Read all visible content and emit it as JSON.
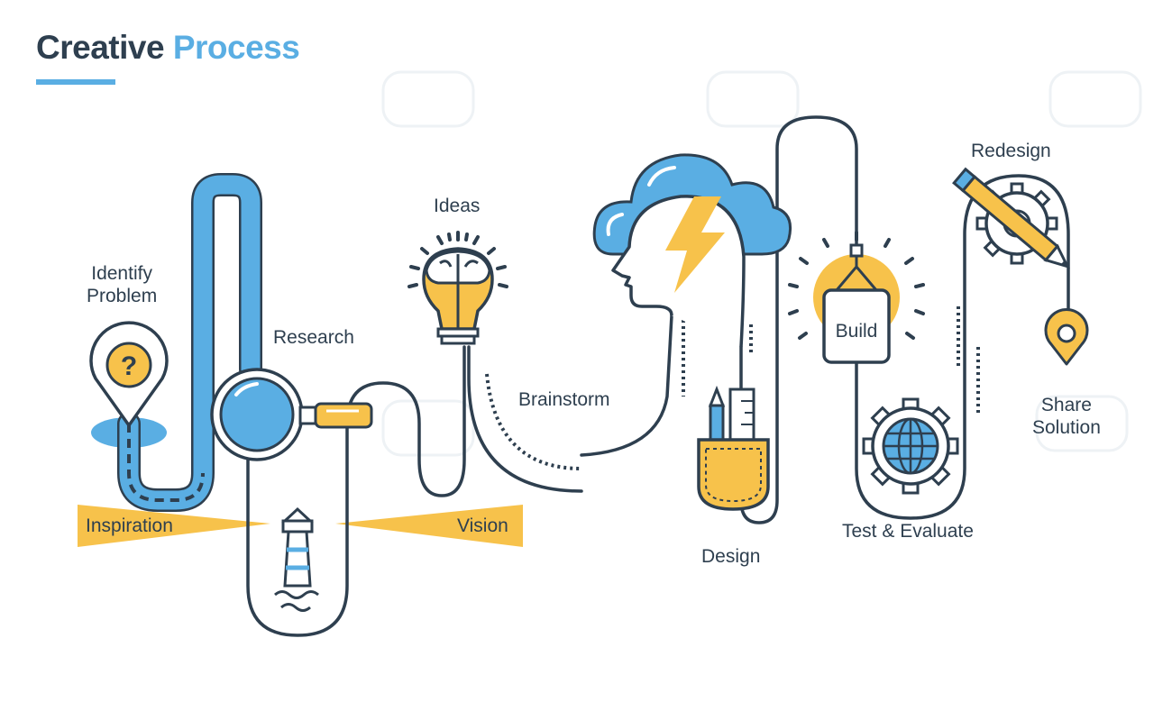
{
  "title": {
    "word1": "Creative",
    "word2": "Process"
  },
  "labels": {
    "identify_problem_line1": "Identify",
    "identify_problem_line2": "Problem",
    "research": "Research",
    "ideas": "Ideas",
    "brainstorm": "Brainstorm",
    "inspiration": "Inspiration",
    "vision": "Vision",
    "design": "Design",
    "build": "Build",
    "test_evaluate": "Test & Evaluate",
    "redesign": "Redesign",
    "share_solution_line1": "Share",
    "share_solution_line2": "Solution",
    "question_mark": "?"
  },
  "colors": {
    "dark": "#2e3f4f",
    "blue": "#5aaee3",
    "light_blue": "#a9d4f2",
    "yellow": "#f7c24b",
    "white": "#ffffff"
  },
  "icons": [
    "map-pin-icon",
    "magnifier-icon",
    "lighthouse-icon",
    "lightbulb-brain-icon",
    "head-icon",
    "cloud-icon",
    "lightning-icon",
    "pocket-tools-icon",
    "gear-globe-icon",
    "gear-pencil-icon",
    "location-pin-icon"
  ]
}
